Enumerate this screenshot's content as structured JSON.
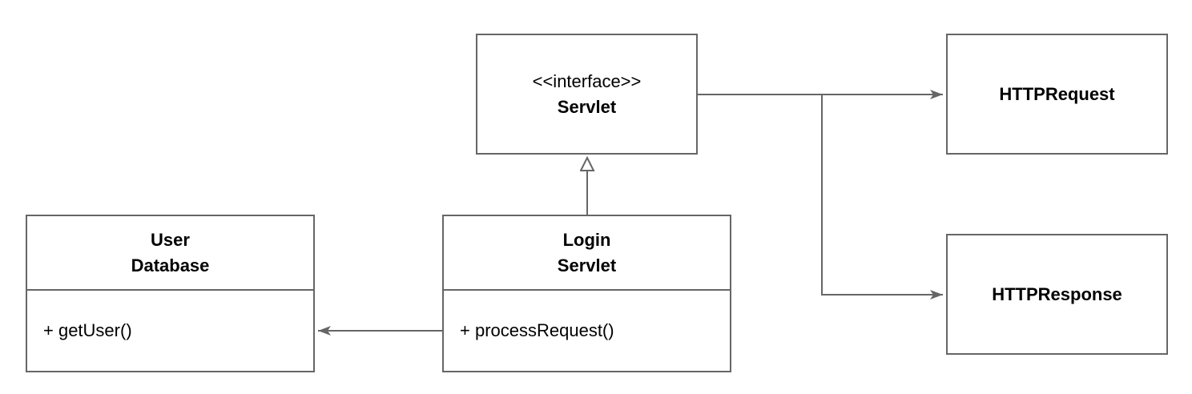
{
  "diagram": {
    "type": "uml-class-diagram",
    "colors": {
      "border": "#666666",
      "line": "#666666",
      "text": "#000000",
      "background": "#ffffff"
    },
    "nodes": {
      "servlet_interface": {
        "stereotype": "<<interface>>",
        "name": "Servlet"
      },
      "http_request": {
        "name": "HTTPRequest"
      },
      "http_response": {
        "name": "HTTPResponse"
      },
      "user_database": {
        "name_line1": "User",
        "name_line2": "Database",
        "method": "+ getUser()"
      },
      "login_servlet": {
        "name_line1": "Login",
        "name_line2": "Servlet",
        "method": "+ processRequest()"
      }
    },
    "edges": [
      {
        "from": "login_servlet",
        "to": "servlet_interface",
        "type": "realization"
      },
      {
        "from": "servlet_interface",
        "to": "http_request",
        "type": "directed-association"
      },
      {
        "from": "servlet_interface",
        "to": "http_response",
        "type": "directed-association"
      },
      {
        "from": "login_servlet",
        "to": "user_database",
        "type": "directed-association"
      }
    ]
  }
}
